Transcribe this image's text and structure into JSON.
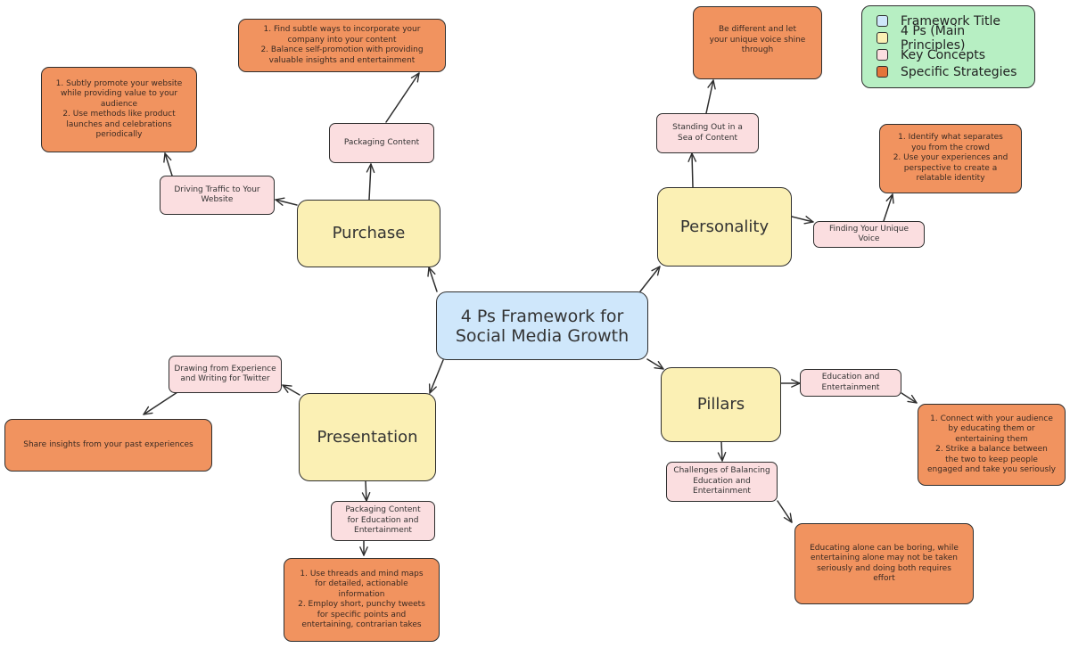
{
  "colors": {
    "framework_title": "#cfe7fb",
    "main_principles": "#fbf0b4",
    "key_concepts": "#fbdee0",
    "specific_strategies": "#f1935f",
    "legend_background": "#b7efc3",
    "stroke": "#2e2e2e"
  },
  "legend": {
    "items": [
      {
        "label": "Framework Title",
        "color": "#cfe7fb"
      },
      {
        "label": "4 Ps (Main Principles)",
        "color": "#fbf0b4"
      },
      {
        "label": "Key Concepts",
        "color": "#fbdee0"
      },
      {
        "label": "Specific Strategies",
        "color": "#e4743a"
      }
    ]
  },
  "title": {
    "text": "4 Ps Framework for\nSocial Media Growth"
  },
  "principles": {
    "purchase": "Purchase",
    "personality": "Personality",
    "presentation": "Presentation",
    "pillars": "Pillars"
  },
  "concepts": {
    "packaging_content": "Packaging Content",
    "driving_traffic": "Driving Traffic to Your\nWebsite",
    "standing_out": "Standing Out in a\nSea of Content",
    "unique_voice": "Finding Your Unique\nVoice",
    "drawing_experience": "Drawing from Experience\nand Writing for Twitter",
    "packaging_edu": "Packaging Content\nfor Education and\nEntertainment",
    "edu_ent": "Education and\nEntertainment",
    "challenges": "Challenges of Balancing\nEducation and\nEntertainment"
  },
  "strategies": {
    "incorporate_company": "1. Find subtle ways to incorporate your\ncompany into your content\n2. Balance self-promotion with providing\nvaluable insights and entertainment",
    "promote_website": "1. Subtly promote your website\nwhile providing value to your\naudience\n2. Use methods like product\nlaunches and celebrations\nperiodically",
    "be_different": "Be different and let\nyour unique voice shine\nthrough",
    "identify_separate": "1. Identify what separates\nyou from the crowd\n2. Use your experiences and\nperspective to create a\nrelatable identity",
    "share_insights": "Share insights from your past experiences",
    "threads_maps": "1. Use threads and mind maps\nfor detailed, actionable\ninformation\n2. Employ short, punchy tweets\nfor specific points and\nentertaining, contrarian takes",
    "connect_audience": "1. Connect with your audience\nby educating them or\nentertaining them\n2. Strike a balance between\nthe two to keep people\nengaged and take you seriously",
    "educating_alone": "Educating alone can be boring, while\nentertaining alone may not be taken\nseriously and doing both requires\neffort"
  }
}
